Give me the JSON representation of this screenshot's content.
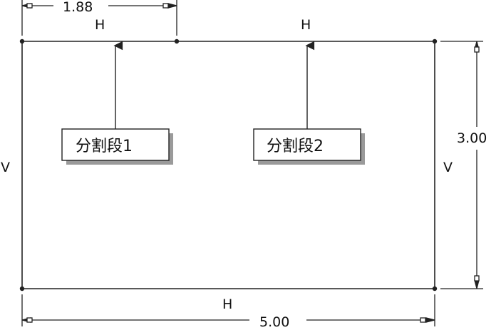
{
  "dimensions": {
    "top_partial": "1.88",
    "bottom_width": "5.00",
    "right_height": "3.00"
  },
  "constraints": {
    "top_left_segment": "H",
    "top_right_segment": "H",
    "bottom_segment": "H",
    "left_side": "V",
    "right_side": "V"
  },
  "callouts": [
    {
      "label": "分割段1"
    },
    {
      "label": "分割段2"
    }
  ],
  "colors": {
    "line": "#222222",
    "callout_shadow": "#9a9a9a",
    "background": "#ffffff"
  }
}
